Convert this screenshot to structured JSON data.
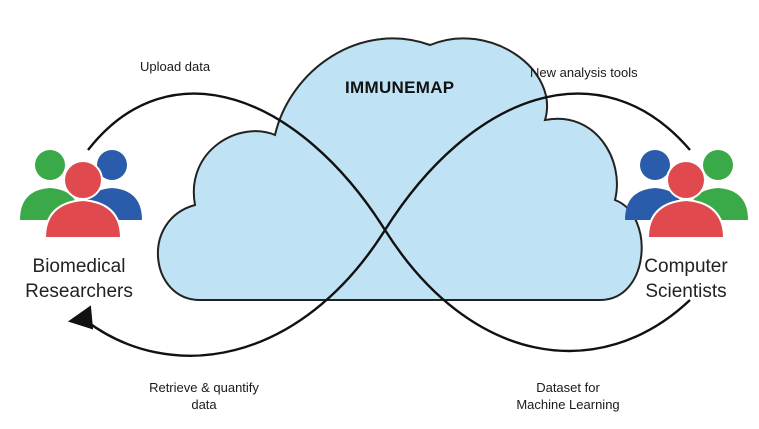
{
  "diagram": {
    "title": "IMMUNEMAP",
    "left_group": {
      "line1": "Biomedical",
      "line2": "Researchers"
    },
    "right_group": {
      "line1": "Computer",
      "line2": "Scientists"
    },
    "flows": {
      "upload": "Upload data",
      "tools": "New analysis tools",
      "retrieve_line1": "Retrieve & quantify",
      "retrieve_line2": "data",
      "dataset_line1": "Dataset for",
      "dataset_line2": "Machine Learning"
    }
  },
  "colors": {
    "cloud_fill": "#bfe3f4",
    "cloud_stroke": "#222222",
    "person_green": "#3aaa48",
    "person_blue": "#2a5cab",
    "person_red": "#e04a4e",
    "loop_stroke": "#111111"
  },
  "icons": [
    "cloud-icon",
    "people-group-icon",
    "arrow-head-icon"
  ]
}
